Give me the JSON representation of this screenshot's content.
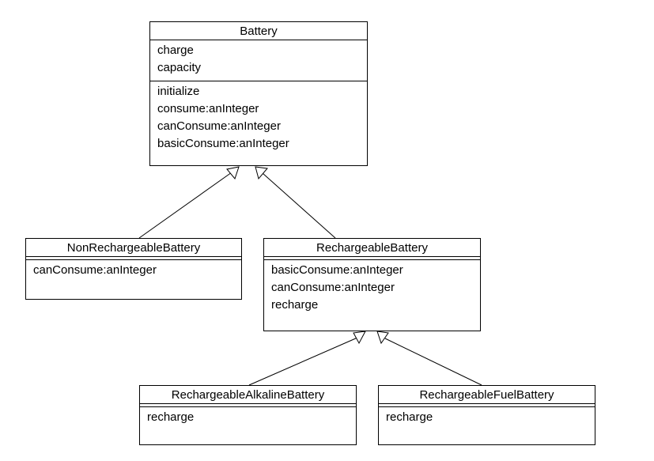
{
  "classes": {
    "battery": {
      "name": "Battery",
      "attributes": [
        "charge",
        "capacity"
      ],
      "methods": [
        "initialize",
        "consume:anInteger",
        "canConsume:anInteger",
        "basicConsume:anInteger"
      ]
    },
    "non_rechargeable": {
      "name": "NonRechargeableBattery",
      "methods": [
        "canConsume:anInteger"
      ]
    },
    "rechargeable": {
      "name": "RechargeableBattery",
      "methods": [
        "basicConsume:anInteger",
        "canConsume:anInteger",
        "recharge"
      ]
    },
    "rechargeable_alkaline": {
      "name": "RechargeableAlkalineBattery",
      "methods": [
        "recharge"
      ]
    },
    "rechargeable_fuel": {
      "name": "RechargeableFuelBattery",
      "methods": [
        "recharge"
      ]
    }
  },
  "relationships": [
    {
      "type": "generalization",
      "child": "NonRechargeableBattery",
      "parent": "Battery"
    },
    {
      "type": "generalization",
      "child": "RechargeableBattery",
      "parent": "Battery"
    },
    {
      "type": "generalization",
      "child": "RechargeableAlkalineBattery",
      "parent": "RechargeableBattery"
    },
    {
      "type": "generalization",
      "child": "RechargeableFuelBattery",
      "parent": "RechargeableBattery"
    }
  ]
}
